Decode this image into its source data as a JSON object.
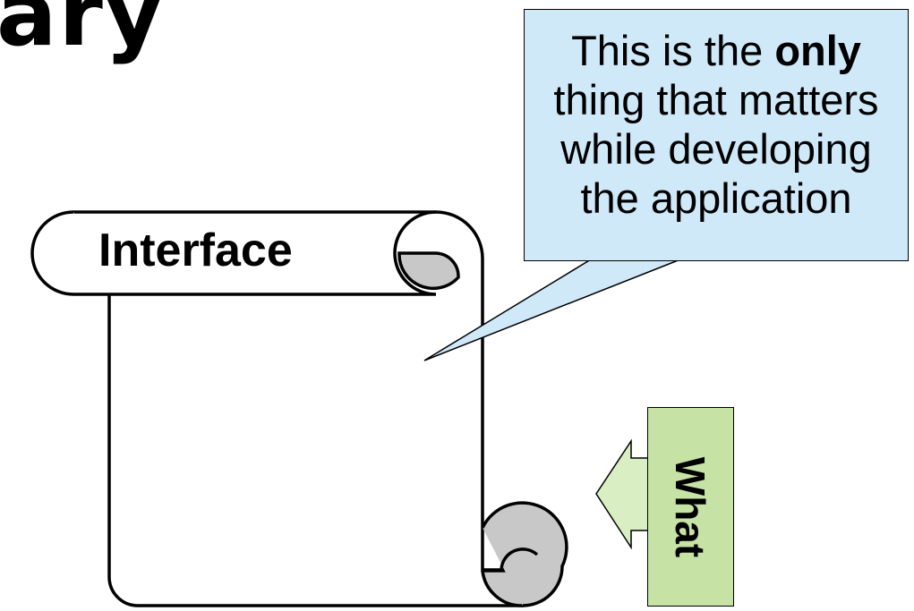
{
  "slide": {
    "title_fragment": "ary"
  },
  "scroll": {
    "label": "Interface"
  },
  "callout": {
    "line1_pre": "This is the ",
    "line1_bold": "only",
    "line2": "thing that matters",
    "line3": "while developing",
    "line4": "the application"
  },
  "what_label": {
    "text": "What"
  },
  "colors": {
    "callout_fill": "#cfe9f9",
    "label_fill": "#c6e2a5",
    "arrow_fill": "#d9eec2",
    "scroll_curl_fill": "#c8c8c8",
    "outline": "#000000"
  },
  "icons": [
    "scroll-shape",
    "callout-pointer",
    "left-arrow-icon"
  ]
}
